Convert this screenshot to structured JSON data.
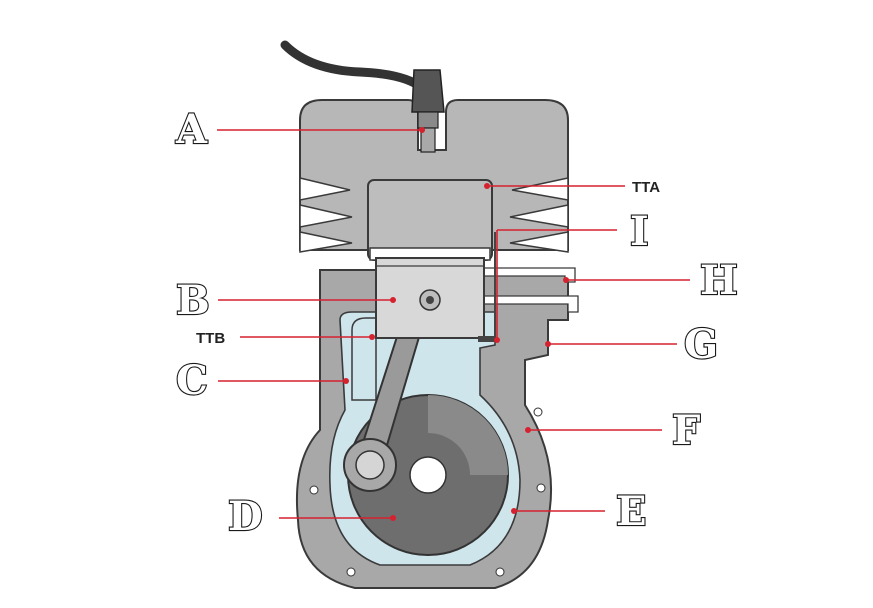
{
  "labels": {
    "A": "A",
    "B": "B",
    "C": "C",
    "D": "D",
    "E": "E",
    "F": "F",
    "G": "G",
    "H": "H",
    "I": "I",
    "TTA": "TTA",
    "TTB": "TTB"
  },
  "colors": {
    "leader": "#d6212f",
    "metal": "#b7b7b7",
    "metal_dark": "#6e6e6e",
    "crankcase_fluid": "#cfe5ec",
    "outline": "#3a3a3a"
  },
  "icons": {
    "spark_plug": "spark-plug-icon"
  }
}
